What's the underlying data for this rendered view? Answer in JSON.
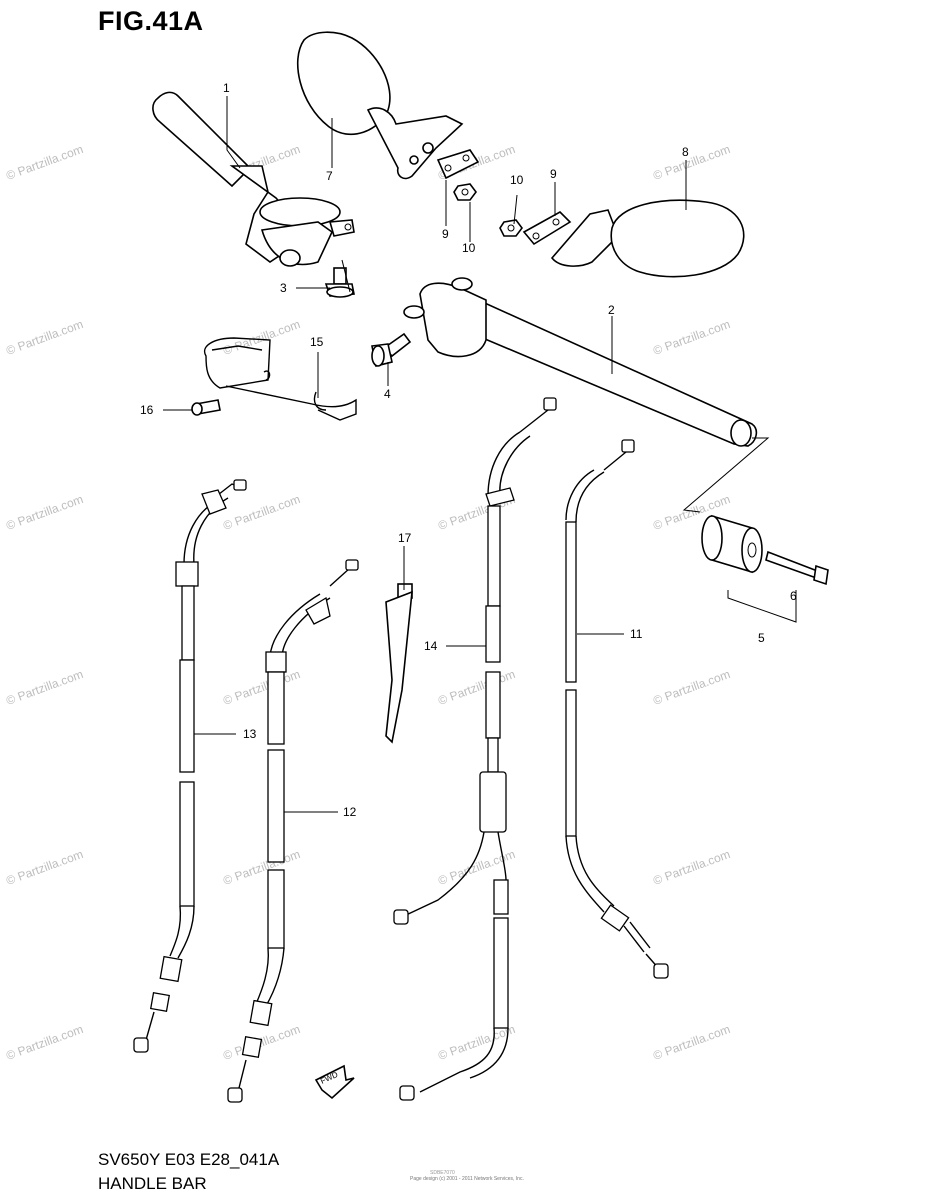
{
  "figure": {
    "title": "FIG.41A",
    "model_code": "SV650Y E03 E28_041A",
    "section_name": "HANDLE BAR",
    "fine_print": "Page design (c) 2001 - 2011 Network Services, Inc.",
    "fine_print_top": "SDBE7070"
  },
  "watermark": {
    "text": "© Partzilla.com"
  },
  "callouts": [
    {
      "id": "1",
      "label": "1"
    },
    {
      "id": "2",
      "label": "2"
    },
    {
      "id": "3",
      "label": "3"
    },
    {
      "id": "4",
      "label": "4"
    },
    {
      "id": "5",
      "label": "5"
    },
    {
      "id": "6",
      "label": "6"
    },
    {
      "id": "7",
      "label": "7"
    },
    {
      "id": "8",
      "label": "8"
    },
    {
      "id": "9a",
      "label": "9"
    },
    {
      "id": "9b",
      "label": "9"
    },
    {
      "id": "10a",
      "label": "10"
    },
    {
      "id": "10b",
      "label": "10"
    },
    {
      "id": "11",
      "label": "11"
    },
    {
      "id": "12",
      "label": "12"
    },
    {
      "id": "13",
      "label": "13"
    },
    {
      "id": "14",
      "label": "14"
    },
    {
      "id": "15",
      "label": "15"
    },
    {
      "id": "16",
      "label": "16"
    },
    {
      "id": "17",
      "label": "17"
    }
  ],
  "fwd_arrow_label": "FWD"
}
